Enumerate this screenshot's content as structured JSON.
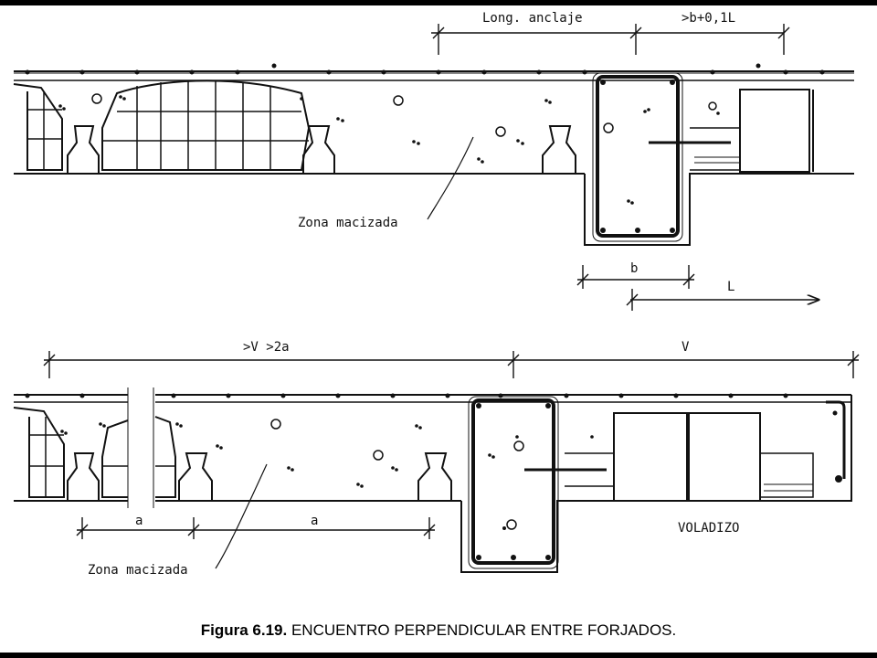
{
  "colors": {
    "ink": "#111111",
    "frame": "#000000",
    "paper": "#ffffff"
  },
  "top_detail": {
    "dim_anchorage": "Long. anclaje",
    "dim_overlap": ">b+0,1L",
    "label_solid_zone": "Zona macizada",
    "dim_beam_width": "b",
    "dim_span": "L"
  },
  "bottom_detail": {
    "dim_total": ">V   >2a",
    "dim_cantilever": "V",
    "dim_a1": "a",
    "dim_a2": "a",
    "label_solid_zone": "Zona macizada",
    "label_cantilever": "VOLADIZO"
  },
  "caption": {
    "number": "Figura 6.19.",
    "title": "ENCUENTRO PERPENDICULAR ENTRE FORJADOS."
  }
}
